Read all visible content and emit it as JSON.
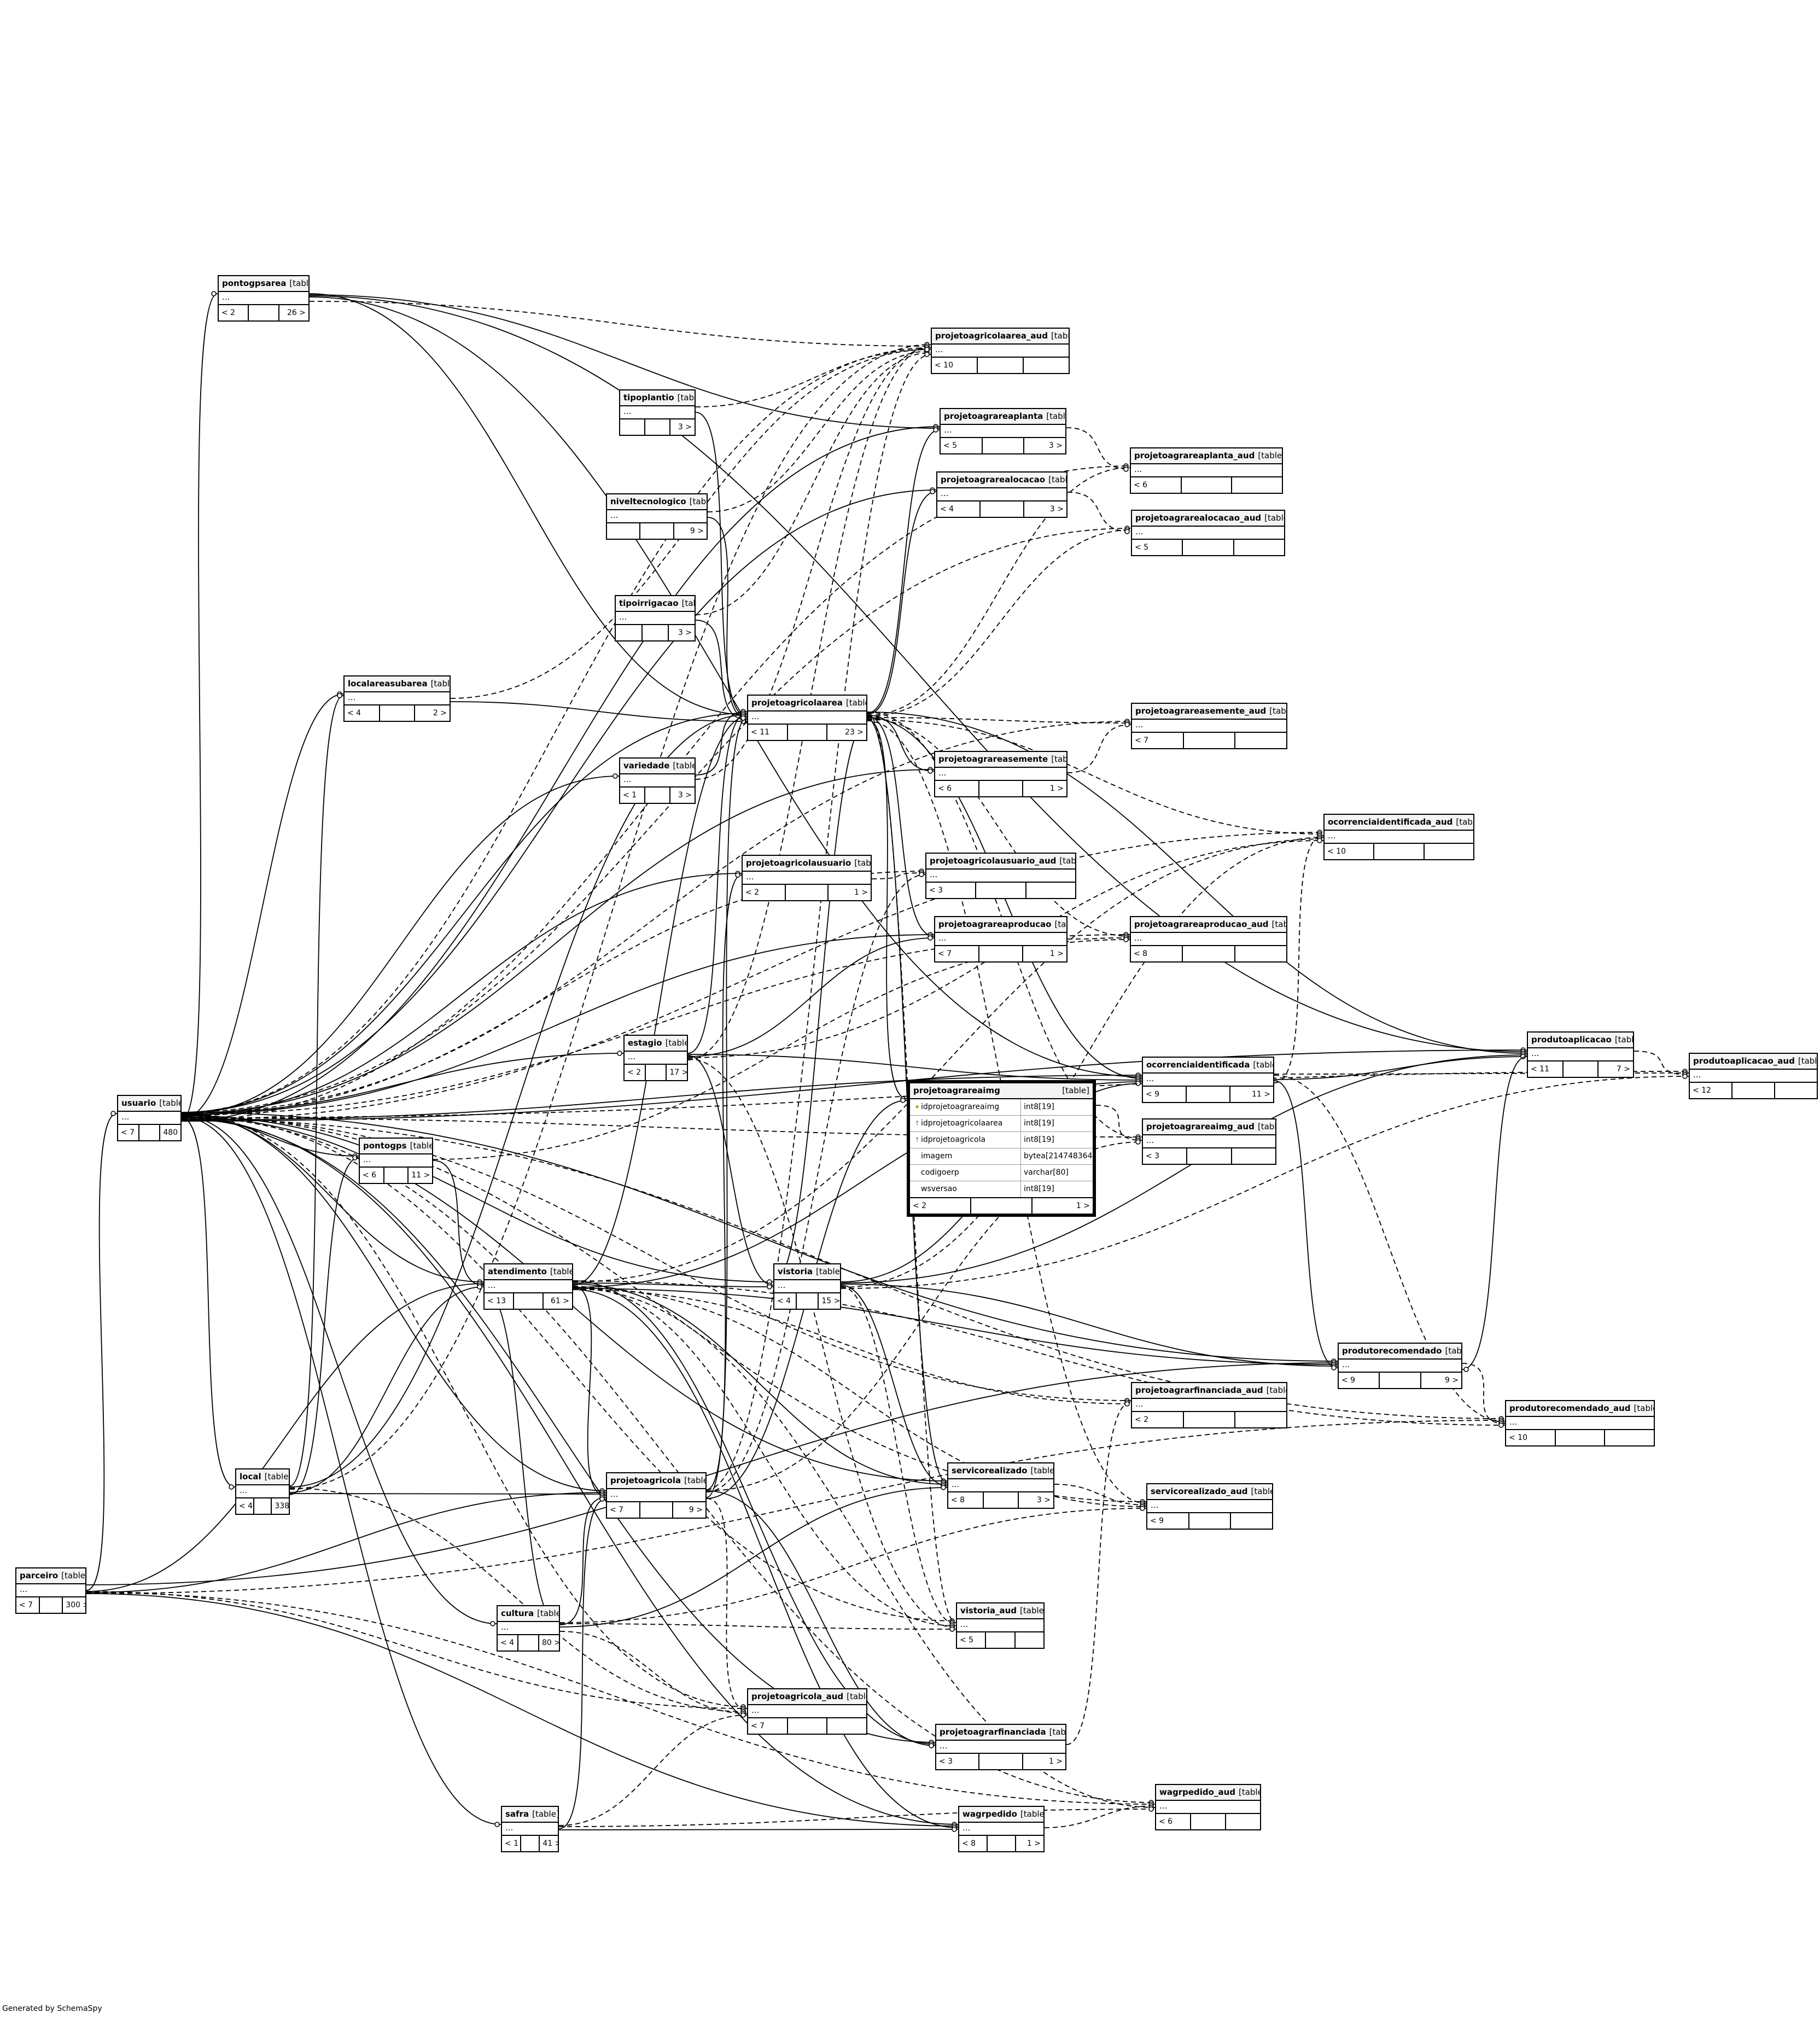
{
  "footer": "Generated by SchemaSpy",
  "type_label": "[table]",
  "tables": [
    {
      "id": "pontogpsarea",
      "name": "pontogpsarea",
      "left": "< 2",
      "right": "26 >",
      "dots": "..."
    },
    {
      "id": "projetoagricolaarea_aud",
      "name": "projetoagricolaarea_aud",
      "left": "< 10",
      "right": "",
      "dots": "..."
    },
    {
      "id": "tipoplantio",
      "name": "tipoplantio",
      "left": "",
      "right": "3 >",
      "dots": "..."
    },
    {
      "id": "projetoagrareaplanta",
      "name": "projetoagrareaplanta",
      "left": "< 5",
      "right": "3 >",
      "dots": "..."
    },
    {
      "id": "projetoagrareaplanta_aud",
      "name": "projetoagrareaplanta_aud",
      "left": "< 6",
      "right": "",
      "dots": "..."
    },
    {
      "id": "niveltecnologico",
      "name": "niveltecnologico",
      "left": "",
      "right": "9 >",
      "dots": "..."
    },
    {
      "id": "projetoagrarealocacao",
      "name": "projetoagrarealocacao",
      "left": "< 4",
      "right": "3 >",
      "dots": "..."
    },
    {
      "id": "projetoagrarealocacao_aud",
      "name": "projetoagrarealocacao_aud",
      "left": "< 5",
      "right": "",
      "dots": "..."
    },
    {
      "id": "tipoirrigacao",
      "name": "tipoirrigacao",
      "left": "",
      "right": "3 >",
      "dots": "..."
    },
    {
      "id": "localareasubarea",
      "name": "localareasubarea",
      "left": "< 4",
      "right": "2 >",
      "dots": "..."
    },
    {
      "id": "projetoagricolaarea",
      "name": "projetoagricolaarea",
      "left": "< 11",
      "right": "23 >",
      "dots": "..."
    },
    {
      "id": "projetoagrareasemente_aud",
      "name": "projetoagrareasemente_aud",
      "left": "< 7",
      "right": "",
      "dots": "..."
    },
    {
      "id": "variedade",
      "name": "variedade",
      "left": "< 1",
      "right": "3 >",
      "dots": "..."
    },
    {
      "id": "projetoagrareasemente",
      "name": "projetoagrareasemente",
      "left": "< 6",
      "right": "1 >",
      "dots": "..."
    },
    {
      "id": "ocorrenciaidentificada_aud",
      "name": "ocorrenciaidentificada_aud",
      "left": "< 10",
      "right": "",
      "dots": "..."
    },
    {
      "id": "projetoagricolausuario",
      "name": "projetoagricolausuario",
      "left": "< 2",
      "right": "1 >",
      "dots": "..."
    },
    {
      "id": "projetoagricolausuario_aud",
      "name": "projetoagricolausuario_aud",
      "left": "< 3",
      "right": "",
      "dots": "..."
    },
    {
      "id": "projetoagrareaproducao",
      "name": "projetoagrareaproducao",
      "left": "< 7",
      "right": "1 >",
      "dots": "..."
    },
    {
      "id": "projetoagrareaproducao_aud",
      "name": "projetoagrareaproducao_aud",
      "left": "< 8",
      "right": "",
      "dots": "..."
    },
    {
      "id": "estagio",
      "name": "estagio",
      "left": "< 2",
      "right": "17 >",
      "dots": "..."
    },
    {
      "id": "ocorrenciaidentificada",
      "name": "ocorrenciaidentificada",
      "left": "< 9",
      "right": "11 >",
      "dots": "..."
    },
    {
      "id": "produtoaplicacao",
      "name": "produtoaplicacao",
      "left": "< 11",
      "right": "7 >",
      "dots": "..."
    },
    {
      "id": "produtoaplicacao_aud",
      "name": "produtoaplicacao_aud",
      "left": "< 12",
      "right": "",
      "dots": "..."
    },
    {
      "id": "usuario",
      "name": "usuario",
      "left": "< 7",
      "right": "480 >",
      "dots": "..."
    },
    {
      "id": "projetoagrareaimg_aud",
      "name": "projetoagrareaimg_aud",
      "left": "< 3",
      "right": "",
      "dots": "..."
    },
    {
      "id": "pontogps",
      "name": "pontogps",
      "left": "< 6",
      "right": "11 >",
      "dots": "..."
    },
    {
      "id": "atendimento",
      "name": "atendimento",
      "left": "< 13",
      "right": "61 >",
      "dots": "..."
    },
    {
      "id": "vistoria",
      "name": "vistoria",
      "left": "< 4",
      "right": "15 >",
      "dots": "..."
    },
    {
      "id": "produtorecomendado",
      "name": "produtorecomendado",
      "left": "< 9",
      "right": "9 >",
      "dots": "..."
    },
    {
      "id": "projetoagrarfinanciada_aud",
      "name": "projetoagrarfinanciada_aud",
      "left": "< 2",
      "right": "",
      "dots": "..."
    },
    {
      "id": "produtorecomendado_aud",
      "name": "produtorecomendado_aud",
      "left": "< 10",
      "right": "",
      "dots": "..."
    },
    {
      "id": "local",
      "name": "local",
      "left": "< 4",
      "right": "338 >",
      "dots": "..."
    },
    {
      "id": "projetoagricola",
      "name": "projetoagricola",
      "left": "< 7",
      "right": "9 >",
      "dots": "..."
    },
    {
      "id": "servicorealizado",
      "name": "servicorealizado",
      "left": "< 8",
      "right": "3 >",
      "dots": "..."
    },
    {
      "id": "servicorealizado_aud",
      "name": "servicorealizado_aud",
      "left": "< 9",
      "right": "",
      "dots": "..."
    },
    {
      "id": "parceiro",
      "name": "parceiro",
      "left": "< 7",
      "right": "300 >",
      "dots": "..."
    },
    {
      "id": "cultura",
      "name": "cultura",
      "left": "< 4",
      "right": "80 >",
      "dots": "..."
    },
    {
      "id": "vistoria_aud",
      "name": "vistoria_aud",
      "left": "< 5",
      "right": "",
      "dots": "..."
    },
    {
      "id": "projetoagricola_aud",
      "name": "projetoagricola_aud",
      "left": "< 7",
      "right": "",
      "dots": "..."
    },
    {
      "id": "projetoagrarfinanciada",
      "name": "projetoagrarfinanciada",
      "left": "< 3",
      "right": "1 >",
      "dots": "..."
    },
    {
      "id": "wagrpedido_aud",
      "name": "wagrpedido_aud",
      "left": "< 6",
      "right": "",
      "dots": "..."
    },
    {
      "id": "safra",
      "name": "safra",
      "left": "< 1",
      "right": "41 >",
      "dots": "..."
    },
    {
      "id": "wagrpedido",
      "name": "wagrpedido",
      "left": "< 8",
      "right": "1 >",
      "dots": "..."
    }
  ],
  "focus_table": {
    "id": "projetoagrareaimg",
    "name": "projetoagrareaimg",
    "left": "< 2",
    "right": "1 >",
    "columns": [
      {
        "name": "idprojetoagrareaimg",
        "type": "int8[19]",
        "key": "pk"
      },
      {
        "name": "idprojetoagricolaarea",
        "type": "int8[19]",
        "key": "fk"
      },
      {
        "name": "idprojetoagricola",
        "type": "int8[19]",
        "key": "fk"
      },
      {
        "name": "imagem",
        "type": "bytea[2147483647]",
        "key": ""
      },
      {
        "name": "codigoerp",
        "type": "varchar[80]",
        "key": ""
      },
      {
        "name": "wsversao",
        "type": "int8[19]",
        "key": ""
      }
    ]
  },
  "relationships": [
    [
      "usuario",
      "projetoagricolaarea",
      "solid"
    ],
    [
      "usuario",
      "projetoagricola",
      "solid"
    ],
    [
      "usuario",
      "atendimento",
      "solid"
    ],
    [
      "usuario",
      "vistoria",
      "solid"
    ],
    [
      "usuario",
      "pontogps",
      "solid"
    ],
    [
      "usuario",
      "local",
      "solid"
    ],
    [
      "usuario",
      "localareasubarea",
      "solid"
    ],
    [
      "usuario",
      "pontogpsarea",
      "solid"
    ],
    [
      "usuario",
      "projetoagrareaplanta",
      "solid"
    ],
    [
      "usuario",
      "projetoagrarealocacao",
      "solid"
    ],
    [
      "usuario",
      "projetoagrareasemente",
      "solid"
    ],
    [
      "usuario",
      "projetoagrareaproducao",
      "solid"
    ],
    [
      "usuario",
      "projetoagricolausuario",
      "solid"
    ],
    [
      "usuario",
      "servicorealizado",
      "solid"
    ],
    [
      "usuario",
      "wagrpedido",
      "solid"
    ],
    [
      "usuario",
      "projetoagrarfinanciada",
      "solid"
    ],
    [
      "usuario",
      "ocorrenciaidentificada",
      "solid"
    ],
    [
      "usuario",
      "produtoaplicacao",
      "solid"
    ],
    [
      "usuario",
      "produtorecomendado",
      "solid"
    ],
    [
      "usuario",
      "estagio",
      "solid"
    ],
    [
      "usuario",
      "variedade",
      "solid"
    ],
    [
      "usuario",
      "cultura",
      "solid"
    ],
    [
      "usuario",
      "safra",
      "solid"
    ],
    [
      "parceiro",
      "usuario",
      "solid"
    ],
    [
      "parceiro",
      "atendimento",
      "solid"
    ],
    [
      "parceiro",
      "projetoagricola",
      "solid"
    ],
    [
      "parceiro",
      "wagrpedido",
      "solid"
    ],
    [
      "parceiro",
      "produtorecomendado",
      "solid"
    ],
    [
      "pontogpsarea",
      "projetoagricolaarea",
      "solid"
    ],
    [
      "pontogpsarea",
      "projetoagrareaplanta",
      "solid"
    ],
    [
      "pontogpsarea",
      "produtoaplicacao",
      "solid"
    ],
    [
      "pontogpsarea",
      "ocorrenciaidentificada",
      "solid"
    ],
    [
      "tipoplantio",
      "projetoagricolaarea",
      "solid"
    ],
    [
      "niveltecnologico",
      "projetoagricolaarea",
      "solid"
    ],
    [
      "tipoirrigacao",
      "projetoagricolaarea",
      "solid"
    ],
    [
      "localareasubarea",
      "projetoagricolaarea",
      "solid"
    ],
    [
      "variedade",
      "projetoagricolaarea",
      "solid"
    ],
    [
      "projetoagricolaarea",
      "projetoagrareaplanta",
      "solid"
    ],
    [
      "projetoagricolaarea",
      "projetoagrarealocacao",
      "solid"
    ],
    [
      "projetoagricolaarea",
      "projetoagrareasemente",
      "solid"
    ],
    [
      "projetoagricolaarea",
      "projetoagrareaproducao",
      "solid"
    ],
    [
      "projetoagricolaarea",
      "ocorrenciaidentificada",
      "solid"
    ],
    [
      "projetoagricolaarea",
      "servicorealizado",
      "solid"
    ],
    [
      "projetoagricolaarea",
      "projetoagrareaimg",
      "solid"
    ],
    [
      "projetoagricolaarea",
      "vistoria",
      "solid"
    ],
    [
      "projetoagricolaarea",
      "produtoaplicacao",
      "solid"
    ],
    [
      "estagio",
      "projetoagricolaarea",
      "solid"
    ],
    [
      "estagio",
      "ocorrenciaidentificada",
      "solid"
    ],
    [
      "estagio",
      "vistoria",
      "solid"
    ],
    [
      "estagio",
      "projetoagrareaproducao",
      "solid"
    ],
    [
      "pontogps",
      "atendimento",
      "solid"
    ],
    [
      "local",
      "atendimento",
      "solid"
    ],
    [
      "local",
      "projetoagricola",
      "solid"
    ],
    [
      "local",
      "pontogps",
      "solid"
    ],
    [
      "local",
      "localareasubarea",
      "solid"
    ],
    [
      "local",
      "projetoagricolaarea",
      "solid"
    ],
    [
      "atendimento",
      "vistoria",
      "solid"
    ],
    [
      "atendimento",
      "servicorealizado",
      "solid"
    ],
    [
      "atendimento",
      "projetoagricolaarea",
      "solid"
    ],
    [
      "atendimento",
      "projetoagricola",
      "solid"
    ],
    [
      "atendimento",
      "ocorrenciaidentificada",
      "solid"
    ],
    [
      "atendimento",
      "produtorecomendado",
      "solid"
    ],
    [
      "atendimento",
      "wagrpedido",
      "solid"
    ],
    [
      "atendimento",
      "projetoagrarfinanciada",
      "solid"
    ],
    [
      "vistoria",
      "ocorrenciaidentificada",
      "solid"
    ],
    [
      "vistoria",
      "produtoaplicacao",
      "solid"
    ],
    [
      "vistoria",
      "produtorecomendado",
      "solid"
    ],
    [
      "vistoria",
      "servicorealizado",
      "solid"
    ],
    [
      "ocorrenciaidentificada",
      "produtoaplicacao",
      "solid"
    ],
    [
      "ocorrenciaidentificada",
      "produtorecomendado",
      "solid"
    ],
    [
      "projetoagricola",
      "projetoagricolaarea",
      "solid"
    ],
    [
      "projetoagricola",
      "projetoagrareaimg",
      "solid"
    ],
    [
      "projetoagricola",
      "projetoagricolausuario",
      "solid"
    ],
    [
      "projetoagricola",
      "projetoagrarfinanciada",
      "solid"
    ],
    [
      "cultura",
      "projetoagricola",
      "solid"
    ],
    [
      "cultura",
      "atendimento",
      "solid"
    ],
    [
      "cultura",
      "servicorealizado",
      "solid"
    ],
    [
      "safra",
      "projetoagricola",
      "solid"
    ],
    [
      "safra",
      "wagrpedido",
      "solid"
    ],
    [
      "produtoaplicacao",
      "produtorecomendado",
      "solid"
    ],
    [
      "pontogpsarea",
      "projetoagricolaarea_aud",
      "dashed"
    ],
    [
      "usuario",
      "projetoagricolaarea_aud",
      "dashed"
    ],
    [
      "usuario",
      "projetoagricola_aud",
      "dashed"
    ],
    [
      "usuario",
      "vistoria_aud",
      "dashed"
    ],
    [
      "usuario",
      "servicorealizado_aud",
      "dashed"
    ],
    [
      "usuario",
      "wagrpedido_aud",
      "dashed"
    ],
    [
      "usuario",
      "produtoaplicacao_aud",
      "dashed"
    ],
    [
      "usuario",
      "produtorecomendado_aud",
      "dashed"
    ],
    [
      "usuario",
      "ocorrenciaidentificada_aud",
      "dashed"
    ],
    [
      "usuario",
      "projetoagrareaplanta_aud",
      "dashed"
    ],
    [
      "usuario",
      "projetoagrarealocacao_aud",
      "dashed"
    ],
    [
      "usuario",
      "projetoagrareasemente_aud",
      "dashed"
    ],
    [
      "usuario",
      "projetoagrareaproducao_aud",
      "dashed"
    ],
    [
      "usuario",
      "projetoagricolausuario_aud",
      "dashed"
    ],
    [
      "usuario",
      "projetoagrarfinanciada_aud",
      "dashed"
    ],
    [
      "usuario",
      "projetoagrareaimg_aud",
      "dashed"
    ],
    [
      "parceiro",
      "projetoagricola_aud",
      "dashed"
    ],
    [
      "parceiro",
      "wagrpedido_aud",
      "dashed"
    ],
    [
      "parceiro",
      "produtorecomendado_aud",
      "dashed"
    ],
    [
      "tipoplantio",
      "projetoagricolaarea_aud",
      "dashed"
    ],
    [
      "niveltecnologico",
      "projetoagricolaarea_aud",
      "dashed"
    ],
    [
      "tipoirrigacao",
      "projetoagricolaarea_aud",
      "dashed"
    ],
    [
      "projetoagricolaarea",
      "projetoagrareaplanta_aud",
      "dashed"
    ],
    [
      "projetoagricolaarea",
      "projetoagrarealocacao_aud",
      "dashed"
    ],
    [
      "projetoagricolaarea",
      "projetoagrareasemente_aud",
      "dashed"
    ],
    [
      "projetoagricolaarea",
      "projetoagrareaproducao_aud",
      "dashed"
    ],
    [
      "projetoagricolaarea",
      "ocorrenciaidentificada_aud",
      "dashed"
    ],
    [
      "projetoagricolaarea",
      "servicorealizado_aud",
      "dashed"
    ],
    [
      "projetoagricolaarea",
      "projetoagrareaimg_aud",
      "dashed"
    ],
    [
      "projetoagricolaarea",
      "vistoria_aud",
      "dashed"
    ],
    [
      "projetoagrareaplanta",
      "projetoagrareaplanta_aud",
      "dashed"
    ],
    [
      "projetoagrarealocacao",
      "projetoagrarealocacao_aud",
      "dashed"
    ],
    [
      "projetoagrareasemente",
      "projetoagrareasemente_aud",
      "dashed"
    ],
    [
      "projetoagrareaproducao",
      "projetoagrareaproducao_aud",
      "dashed"
    ],
    [
      "projetoagricolausuario",
      "projetoagricolausuario_aud",
      "dashed"
    ],
    [
      "projetoagrareaimg",
      "projetoagrareaimg_aud",
      "dashed"
    ],
    [
      "ocorrenciaidentificada",
      "ocorrenciaidentificada_aud",
      "dashed"
    ],
    [
      "ocorrenciaidentificada",
      "produtoaplicacao_aud",
      "dashed"
    ],
    [
      "ocorrenciaidentificada",
      "produtorecomendado_aud",
      "dashed"
    ],
    [
      "produtoaplicacao",
      "produtoaplicacao_aud",
      "dashed"
    ],
    [
      "produtorecomendado",
      "produtorecomendado_aud",
      "dashed"
    ],
    [
      "servicorealizado",
      "servicorealizado_aud",
      "dashed"
    ],
    [
      "vistoria",
      "vistoria_aud",
      "dashed"
    ],
    [
      "vistoria",
      "ocorrenciaidentificada_aud",
      "dashed"
    ],
    [
      "vistoria",
      "produtoaplicacao_aud",
      "dashed"
    ],
    [
      "projetoagricola",
      "projetoagricola_aud",
      "dashed"
    ],
    [
      "projetoagricola",
      "projetoagricolaarea_aud",
      "dashed"
    ],
    [
      "projetoagricola",
      "projetoagrareaimg_aud",
      "dashed"
    ],
    [
      "projetoagricola",
      "projetoagricolausuario_aud",
      "dashed"
    ],
    [
      "projetoagrarfinanciada",
      "projetoagrarfinanciada_aud",
      "dashed"
    ],
    [
      "wagrpedido",
      "wagrpedido_aud",
      "dashed"
    ],
    [
      "atendimento",
      "vistoria_aud",
      "dashed"
    ],
    [
      "atendimento",
      "servicorealizado_aud",
      "dashed"
    ],
    [
      "atendimento",
      "wagrpedido_aud",
      "dashed"
    ],
    [
      "atendimento",
      "projetoagrarfinanciada_aud",
      "dashed"
    ],
    [
      "atendimento",
      "produtorecomendado_aud",
      "dashed"
    ],
    [
      "atendimento",
      "ocorrenciaidentificada_aud",
      "dashed"
    ],
    [
      "local",
      "projetoagricola_aud",
      "dashed"
    ],
    [
      "local",
      "projetoagricolaarea_aud",
      "dashed"
    ],
    [
      "pontogps",
      "projetoagrareaproducao_aud",
      "dashed"
    ],
    [
      "estagio",
      "ocorrenciaidentificada_aud",
      "dashed"
    ],
    [
      "estagio",
      "vistoria_aud",
      "dashed"
    ],
    [
      "estagio",
      "projetoagricolaarea_aud",
      "dashed"
    ],
    [
      "cultura",
      "projetoagricola_aud",
      "dashed"
    ],
    [
      "cultura",
      "servicorealizado_aud",
      "dashed"
    ],
    [
      "cultura",
      "vistoria_aud",
      "dashed"
    ],
    [
      "safra",
      "projetoagricola_aud",
      "dashed"
    ],
    [
      "safra",
      "wagrpedido_aud",
      "dashed"
    ],
    [
      "variedade",
      "projetoagricolaarea_aud",
      "dashed"
    ],
    [
      "localareasubarea",
      "projetoagricolaarea_aud",
      "dashed"
    ]
  ]
}
